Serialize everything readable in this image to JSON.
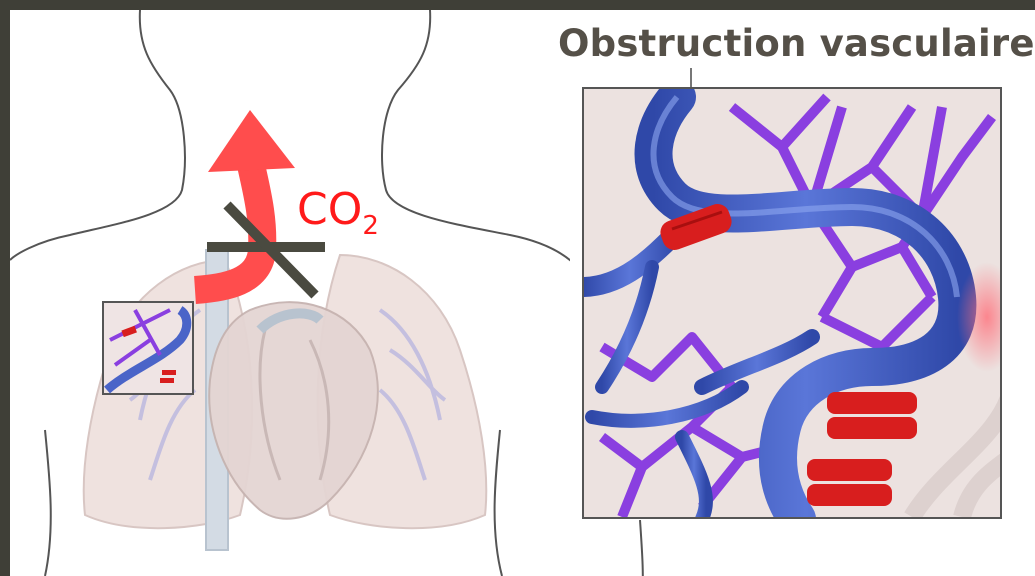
{
  "title": "Obstruction vasculaire",
  "gas_label": {
    "base": "CO",
    "subscript": "2"
  },
  "colors": {
    "frame_background": "#3f3f37",
    "title_text": "#555048",
    "arrow": "#ff4d4d",
    "gas_label": "#ff1a1a",
    "blocked_cross": "#4a4a40",
    "lungs": "#efe2df",
    "vein": "#4a64c8",
    "capillary": "#8a3fe0",
    "clot": "#d81e1e"
  },
  "icons": [
    "body-outline-icon",
    "lungs-icon",
    "heart-icon",
    "upward-arrow-icon",
    "blocked-cross-icon",
    "vascular-network-icon",
    "blood-clot-icon"
  ]
}
